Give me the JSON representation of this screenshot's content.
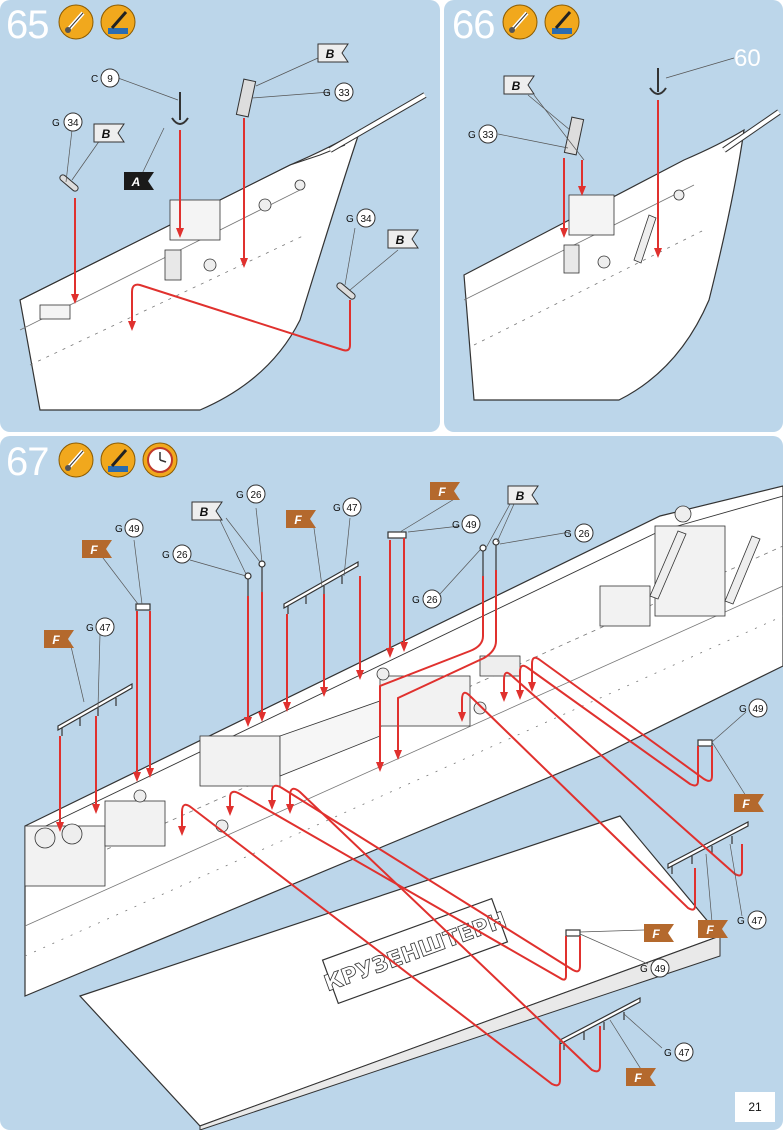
{
  "steps": [
    {
      "number": "65"
    },
    {
      "number": "66"
    },
    {
      "number": "67"
    }
  ],
  "icons": [
    "paint-brush-icon",
    "paint-brush-icon",
    "glue-brush-icon",
    "clock-icon"
  ],
  "parts": {
    "s65": [
      {
        "sprue": "C",
        "num": "9"
      },
      {
        "sprue": "G",
        "num": "33"
      },
      {
        "sprue": "G",
        "num": "34"
      },
      {
        "sprue": "G",
        "num": "34"
      }
    ],
    "s66": [
      {
        "sprue": "G",
        "num": "33"
      }
    ],
    "s67": [
      {
        "sprue": "G",
        "num": "49"
      },
      {
        "sprue": "G",
        "num": "26"
      },
      {
        "sprue": "G",
        "num": "26"
      },
      {
        "sprue": "G",
        "num": "47"
      },
      {
        "sprue": "G",
        "num": "49"
      },
      {
        "sprue": "G",
        "num": "26"
      },
      {
        "sprue": "G",
        "num": "26"
      },
      {
        "sprue": "G",
        "num": "47"
      },
      {
        "sprue": "G",
        "num": "49"
      },
      {
        "sprue": "G",
        "num": "47"
      },
      {
        "sprue": "G",
        "num": "49"
      },
      {
        "sprue": "G",
        "num": "47"
      }
    ]
  },
  "flags": {
    "A": "A",
    "B": "B",
    "F": "F"
  },
  "callout60": "60",
  "ship_name": "КРУЗЕНШТЕРН",
  "page_number": "21",
  "colors": {
    "panel_bg": "#bcd6ea",
    "arrow": "#e0312e",
    "flag_b": "#eeeeee",
    "flag_f": "#b4692d",
    "flag_a": "#1a1a1a",
    "icon_gold": "#f1a81d"
  }
}
